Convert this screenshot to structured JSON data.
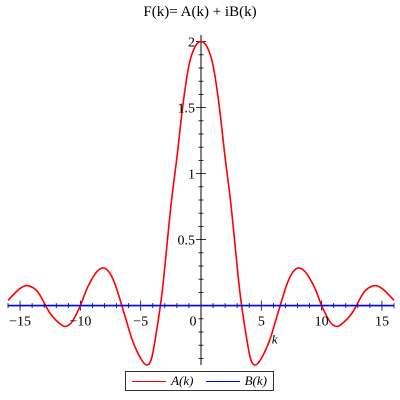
{
  "chart_data": {
    "type": "line",
    "title": "F(k)= A(k) + iB(k)",
    "xlabel": "k",
    "ylabel": "",
    "xlim": [
      -16,
      16
    ],
    "ylim": [
      -0.45,
      2.05
    ],
    "xticks": [
      -15,
      -10,
      -5,
      0,
      5,
      10,
      15
    ],
    "xtick_labels": [
      "−15",
      "−10",
      "−5",
      "0",
      "5",
      "10",
      "15"
    ],
    "yticks": [
      0.5,
      1,
      1.5,
      2
    ],
    "ytick_labels": [
      "0.5",
      "1",
      "1.5",
      "2"
    ],
    "grid": false,
    "legend": "bottom-center",
    "series": [
      {
        "name": "A(k)",
        "color": "#ff0000",
        "x": [
          -16,
          -15,
          -14.3,
          -13.5,
          -12.5,
          -11.5,
          -11,
          -10.6,
          -10,
          -9.4,
          -8.6,
          -7.9,
          -7.2,
          -6.3,
          -5.7,
          -5,
          -4.5,
          -4.1,
          -3.7,
          -3.2,
          -2.5,
          -2,
          -1.5,
          -1,
          -0.5,
          0,
          0.5,
          1,
          1.5,
          2,
          2.5,
          3.2,
          3.7,
          4.1,
          4.5,
          5,
          5.7,
          6.3,
          7.2,
          7.9,
          8.6,
          9.4,
          10,
          10.6,
          11,
          11.5,
          12.5,
          13.5,
          14.3,
          15,
          16
        ],
        "y": [
          0.04,
          0.13,
          0.15,
          0.1,
          -0.06,
          -0.15,
          -0.15,
          -0.11,
          0,
          0.14,
          0.26,
          0.28,
          0.18,
          -0.08,
          -0.26,
          -0.4,
          -0.45,
          -0.4,
          -0.2,
          0.12,
          0.75,
          1.12,
          1.52,
          1.82,
          1.96,
          2.0,
          1.96,
          1.82,
          1.52,
          1.12,
          0.75,
          0.12,
          -0.2,
          -0.4,
          -0.45,
          -0.4,
          -0.26,
          -0.08,
          0.18,
          0.28,
          0.26,
          0.14,
          0,
          -0.11,
          -0.15,
          -0.15,
          -0.06,
          0.1,
          0.15,
          0.13,
          0.04
        ]
      },
      {
        "name": "B(k)",
        "color": "#0000ff",
        "x": [
          -16,
          16
        ],
        "y": [
          0,
          0
        ]
      }
    ]
  }
}
